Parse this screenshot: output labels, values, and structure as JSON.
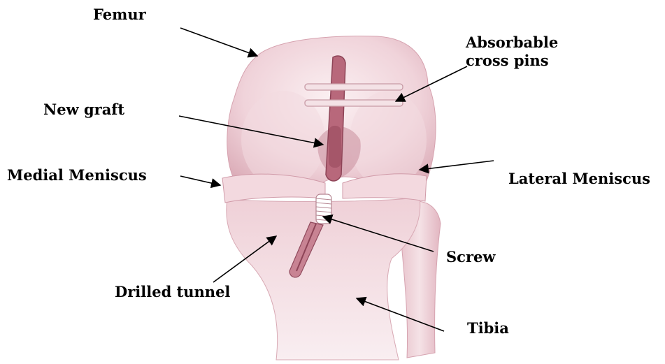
{
  "labels": {
    "femur": "Femur",
    "absorbable_line1": "Absorbable",
    "absorbable_line2": "cross pins",
    "new_graft": "New graft",
    "lateral_meniscus": "Lateral Meniscus",
    "medial_meniscus": "Medial Meniscus",
    "screw": "Screw",
    "drilled_tunnel": "Drilled tunnel",
    "tibia": "Tibia"
  },
  "colors": {
    "bone_light": "#f6e6ea",
    "bone_mid": "#e8c3cc",
    "bone_dark": "#c98e9c",
    "graft": "#a8566a",
    "meniscus": "#f2d6dc",
    "screw": "#ffffff",
    "text": "#000000"
  }
}
